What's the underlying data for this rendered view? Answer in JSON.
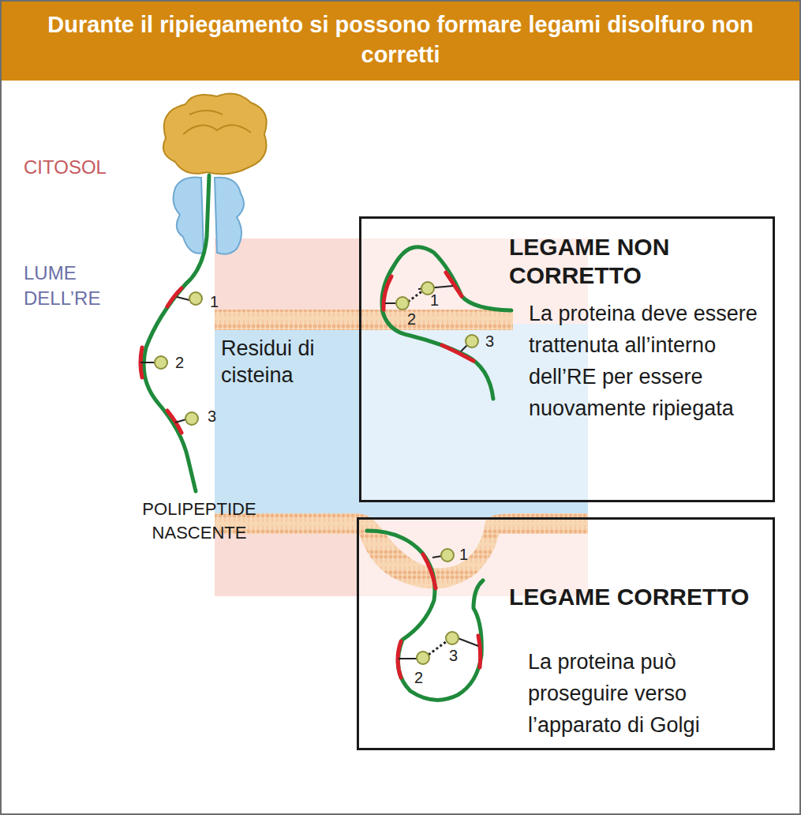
{
  "diagram": {
    "title": "Durante il ripiegamento si possono formare legami disolfuro non corretti",
    "nodes": [
      {
        "text": [
          "LEGAME NON CORRETTO",
          "La proteina deve essere trattenuta all’interno dell’RE per essere nuovamente ripiegata"
        ]
      },
      {
        "text": [
          "LEGAME CORRETTO",
          "La proteina può proseguire verso l’apparato di Golgi"
        ]
      }
    ],
    "labels": [
      "CITOSOL",
      "LUME DELL’RE",
      "1",
      "Residui di cisteina",
      "2",
      "3",
      "POLIPEPTIDE NASCENTE",
      "1",
      "2",
      "3",
      "1",
      "3",
      "2"
    ]
  }
}
